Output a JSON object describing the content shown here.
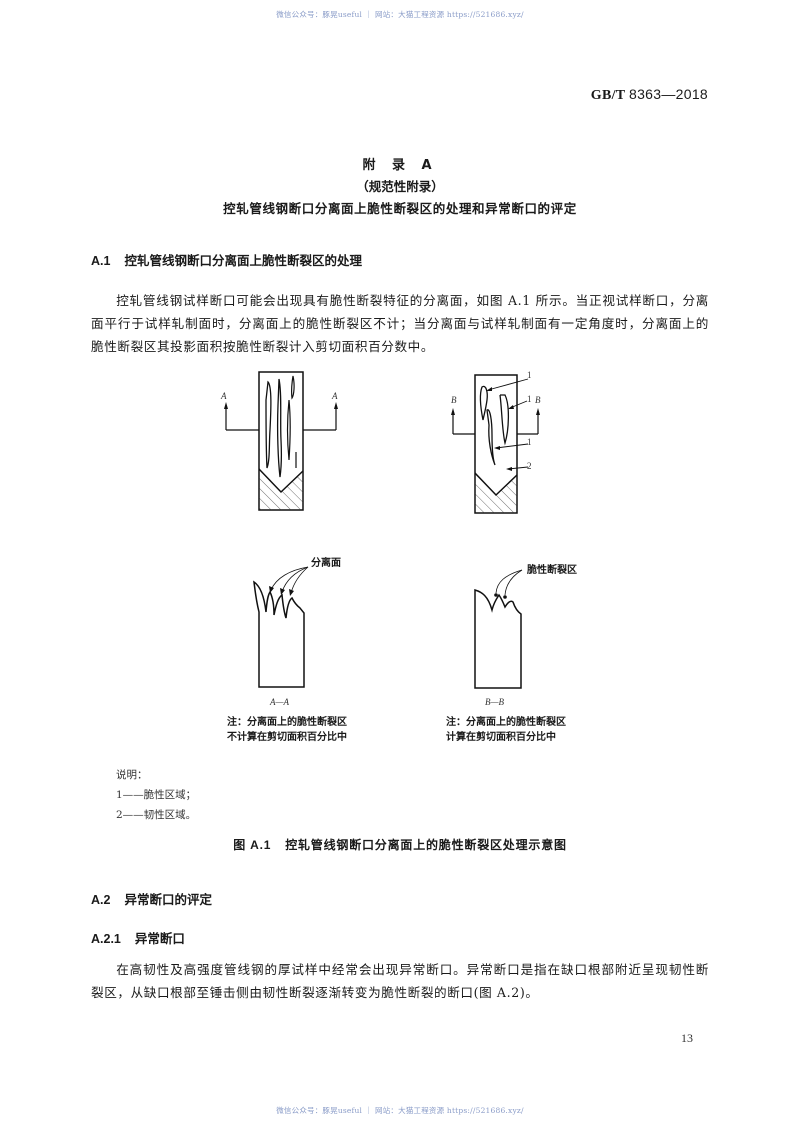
{
  "watermark": {
    "top": "微信公众号：豚晃useful ｜ 网站：大猫工程资源 https://521686.xyz/",
    "bottom": "微信公众号：豚晃useful ｜ 网站：大猫工程资源 https://521686.xyz/"
  },
  "header": {
    "standard_prefix": "GB/T",
    "standard_number": "8363—2018"
  },
  "annex": {
    "title": "附 录 A",
    "type": "（规范性附录）",
    "name": "控轧管线钢断口分离面上脆性断裂区的处理和异常断口的评定"
  },
  "section_a1": {
    "number": "A.1",
    "title": "控轧管线钢断口分离面上脆性断裂区的处理",
    "paragraph": "控轧管线钢试样断口可能会出现具有脆性断裂特征的分离面，如图 A.1 所示。当正视试样断口，分离面平行于试样轧制面时，分离面上的脆性断裂区不计；当分离面与试样轧制面有一定角度时，分离面上的脆性断裂区其投影面积按脆性断裂计入剪切面积百分数中。"
  },
  "figure_a1": {
    "left_top": {
      "section_mark_left": "A",
      "section_mark_right": "A"
    },
    "right_top": {
      "section_mark_left": "B",
      "section_mark_right": "B",
      "callouts": [
        "1",
        "1",
        "1",
        "2"
      ]
    },
    "left_bottom": {
      "pointer_label": "分离面",
      "section_label": "A—A",
      "note_line1": "注：分离面上的脆性断裂区",
      "note_line2": "不计算在剪切面积百分比中"
    },
    "right_bottom": {
      "pointer_label": "脆性断裂区",
      "section_label": "B—B",
      "note_line1": "注：分离面上的脆性断裂区",
      "note_line2": "计算在剪切面积百分比中"
    },
    "legend_title": "说明：",
    "legend_items": [
      "1——脆性区域；",
      "2——韧性区域。"
    ],
    "caption_number": "图 A.1",
    "caption_text": "控轧管线钢断口分离面上的脆性断裂区处理示意图"
  },
  "section_a2": {
    "number": "A.2",
    "title": "异常断口的评定"
  },
  "section_a21": {
    "number": "A.2.1",
    "title": "异常断口",
    "paragraph": "在高韧性及高强度管线钢的厚试样中经常会出现异常断口。异常断口是指在缺口根部附近呈现韧性断裂区，从缺口根部至锤击侧由韧性断裂逐渐转变为脆性断裂的断口(图 A.2)。"
  },
  "footer": {
    "page_number": "13"
  }
}
